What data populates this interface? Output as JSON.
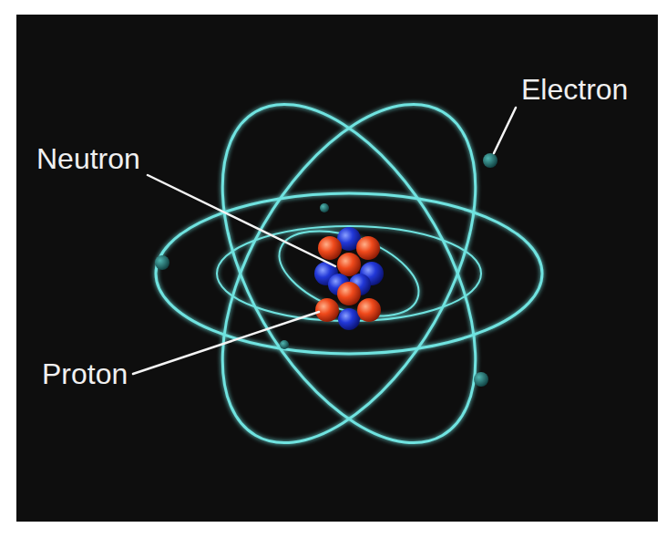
{
  "diagram": {
    "labels": [
      "Electron",
      "Neutron",
      "Proton"
    ]
  }
}
